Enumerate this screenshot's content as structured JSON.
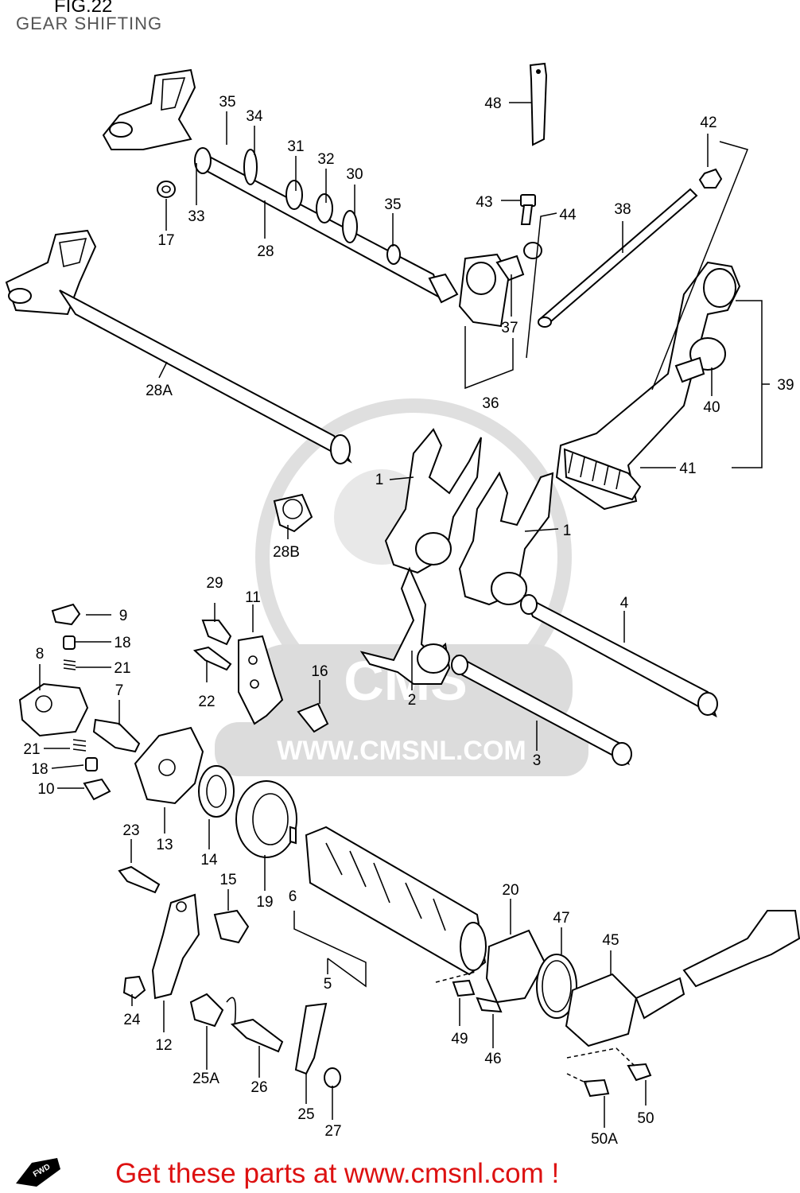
{
  "figure": {
    "title": "FIG.22",
    "subtitle": "GEAR SHIFTING"
  },
  "watermark": {
    "brand": "CMS",
    "url": "WWW.CMSNL.COM",
    "color": "#d8d8d8"
  },
  "footer": {
    "text": "Get these parts at www.cmsnl.com !",
    "color": "#dd1111"
  },
  "fwd_badge": "FWD",
  "callouts": {
    "c1a": "1",
    "c1b": "1",
    "c2": "2",
    "c3": "3",
    "c4": "4",
    "c5": "5",
    "c6": "6",
    "c7": "7",
    "c8": "8",
    "c9": "9",
    "c10": "10",
    "c11": "11",
    "c12": "12",
    "c13": "13",
    "c14": "14",
    "c15": "15",
    "c16": "16",
    "c17": "17",
    "c18a": "18",
    "c18b": "18",
    "c19": "19",
    "c20": "20",
    "c21a": "21",
    "c21b": "21",
    "c22": "22",
    "c23": "23",
    "c24": "24",
    "c25": "25",
    "c25A": "25A",
    "c26": "26",
    "c27": "27",
    "c28": "28",
    "c28A": "28A",
    "c28B": "28B",
    "c29": "29",
    "c30": "30",
    "c31": "31",
    "c32": "32",
    "c33": "33",
    "c34": "34",
    "c35a": "35",
    "c35b": "35",
    "c36": "36",
    "c37": "37",
    "c38": "38",
    "c39": "39",
    "c40": "40",
    "c41": "41",
    "c42": "42",
    "c43": "43",
    "c44": "44",
    "c45": "45",
    "c46": "46",
    "c47": "47",
    "c48": "48",
    "c49": "49",
    "c50": "50",
    "c50A": "50A"
  }
}
